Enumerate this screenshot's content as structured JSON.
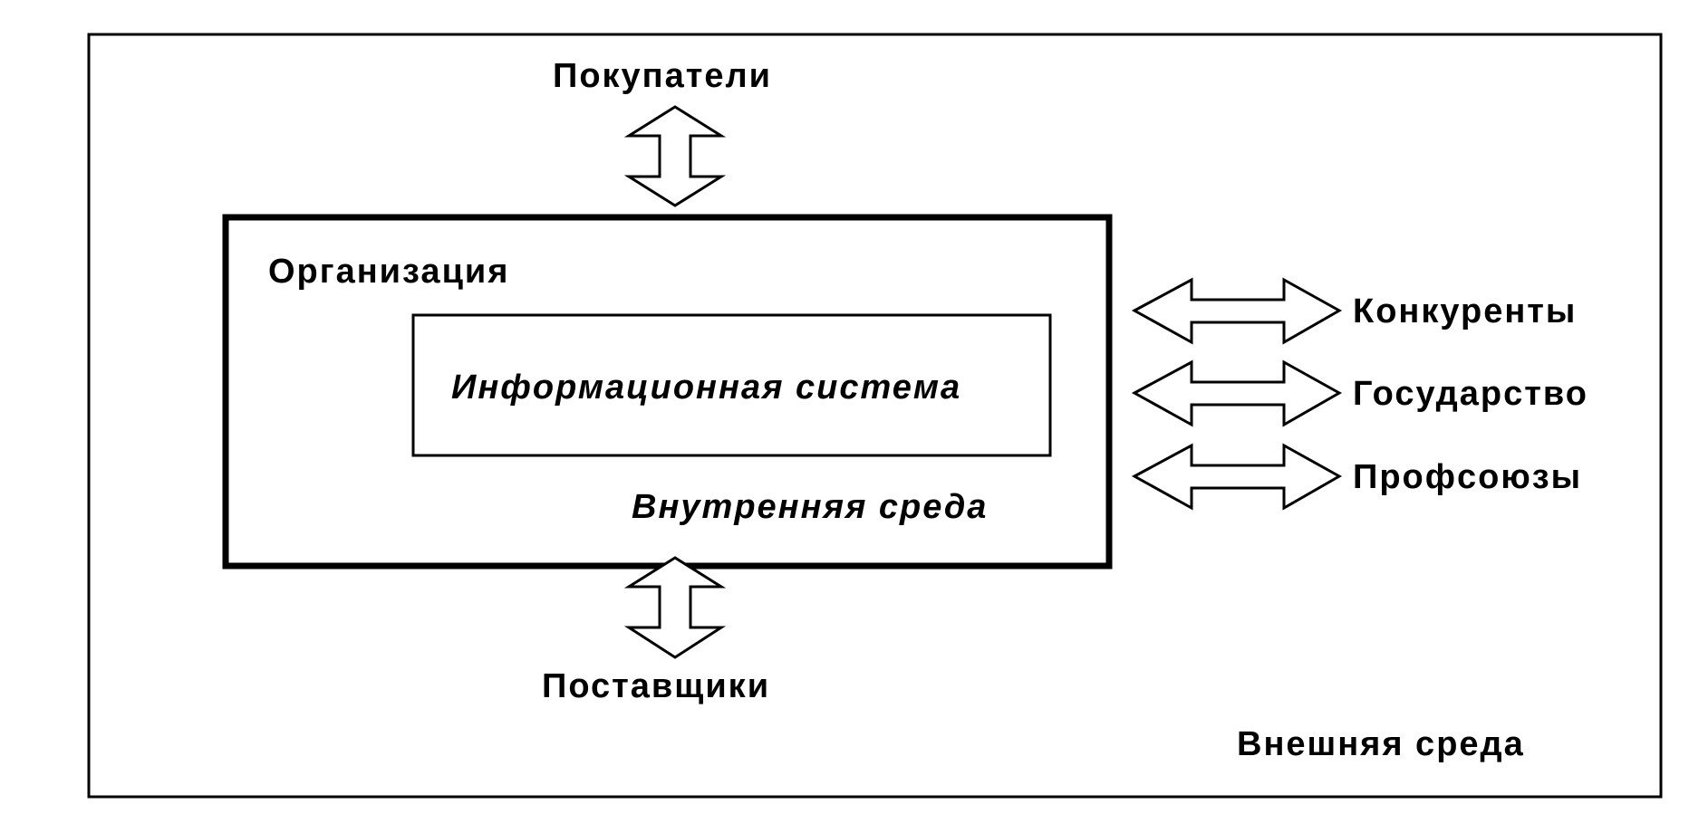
{
  "colors": {
    "background": "#ffffff",
    "stroke": "#000000"
  },
  "diagram": {
    "outer": {
      "label": "Внешняя среда"
    },
    "organization": {
      "label": "Организация",
      "inner_label": "Внутренняя среда"
    },
    "information_system": {
      "label": "Информационная система"
    },
    "external_entities": {
      "top": "Покупатели",
      "bottom": "Поставщики",
      "right": [
        "Конкуренты",
        "Государство",
        "Профсоюзы"
      ]
    },
    "arrows": [
      {
        "icon": "double-arrow-vertical-icon",
        "from": "Покупатели",
        "to": "Организация"
      },
      {
        "icon": "double-arrow-vertical-icon",
        "from": "Организация",
        "to": "Поставщики"
      },
      {
        "icon": "double-arrow-horizontal-icon",
        "from": "Организация",
        "to": "Конкуренты"
      },
      {
        "icon": "double-arrow-horizontal-icon",
        "from": "Организация",
        "to": "Государство"
      },
      {
        "icon": "double-arrow-horizontal-icon",
        "from": "Организация",
        "to": "Профсоюзы"
      }
    ]
  }
}
